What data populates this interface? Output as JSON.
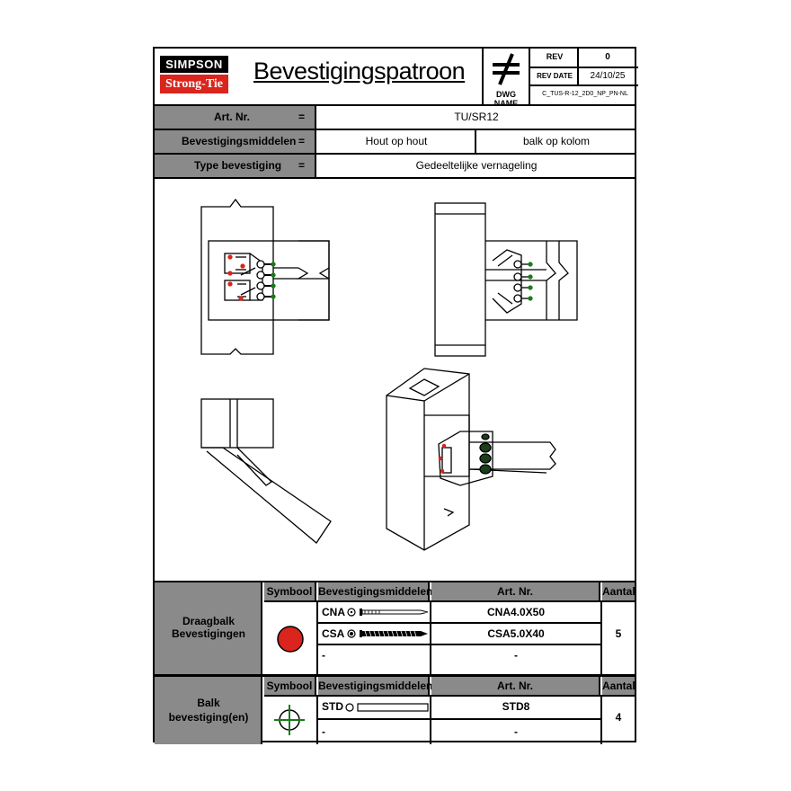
{
  "header": {
    "logo_top": "SIMPSON",
    "logo_bottom": "Strong-Tie",
    "title": "Bevestigingspatroon",
    "rev_label": "REV",
    "rev_value": "0",
    "rev_date_label": "REV DATE",
    "rev_date_value": "24/10/25",
    "dwg_name_label": "DWG NAME",
    "dwg_name_value": "C_TUS-R-12_2D0_NP_PN-NL"
  },
  "info_rows": [
    {
      "label": "Art. Nr.",
      "eq": "=",
      "value": "TU/SR12"
    },
    {
      "label": "Bevestigingsmiddelen",
      "eq": "=",
      "value_left": "Hout op hout",
      "value_right": "balk op kolom"
    },
    {
      "label": "Type bevestiging",
      "eq": "=",
      "value": "Gedeeltelijke vernageling"
    }
  ],
  "table1": {
    "group_label_1": "Draagbalk",
    "group_label_2": "Bevestigingen",
    "col_symbool": "Symbool",
    "col_middelen": "Bevestigingsmiddelen",
    "col_artnr": "Art. Nr.",
    "col_aantal": "Aantal",
    "rows": [
      {
        "type": "CNA",
        "art": "CNA4.0X50"
      },
      {
        "type": "CSA",
        "art": "CSA5.0X40"
      },
      {
        "type": "-",
        "art": "-"
      }
    ],
    "aantal": "5"
  },
  "table2": {
    "group_label_1": "Balk",
    "group_label_2": "bevestiging(en)",
    "col_symbool": "Symbool",
    "col_middelen": "Bevestigingsmiddelen",
    "col_artnr": "Art. Nr.",
    "col_aantal": "Aantal",
    "rows": [
      {
        "type": "STD",
        "art": "STD8"
      },
      {
        "type": "-",
        "art": "-"
      }
    ],
    "aantal": "4"
  },
  "colors": {
    "red": "#d9251d",
    "green": "#1b7a1b",
    "grey": "#8a8a8a"
  }
}
